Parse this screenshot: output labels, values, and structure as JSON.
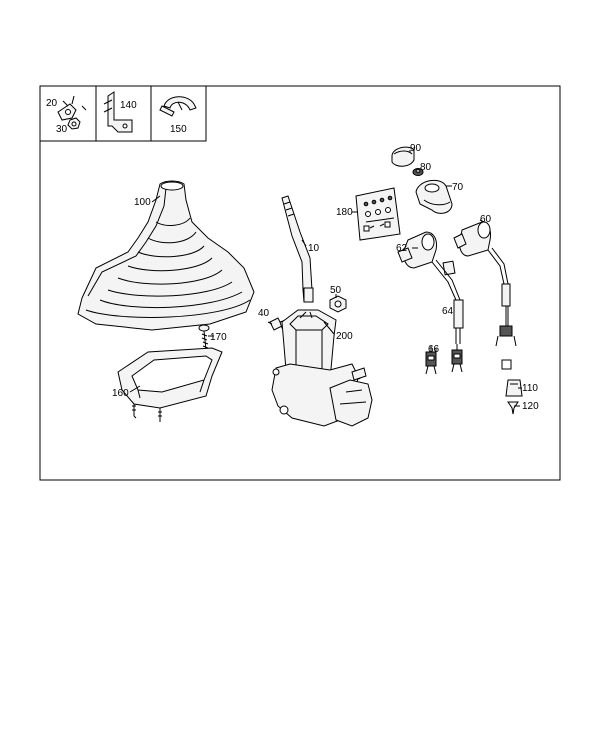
{
  "callouts": {
    "c20": "20",
    "c30": "30",
    "c140": "140",
    "c150": "150",
    "c100": "100",
    "c10": "10",
    "c180": "180",
    "c90": "90",
    "c80": "80",
    "c70": "70",
    "c60": "60",
    "c62": "62",
    "c50": "50",
    "c40": "40",
    "c200": "200",
    "c170": "170",
    "c160": "160",
    "c64": "64",
    "c66": "66",
    "c110": "110",
    "c120": "120"
  }
}
